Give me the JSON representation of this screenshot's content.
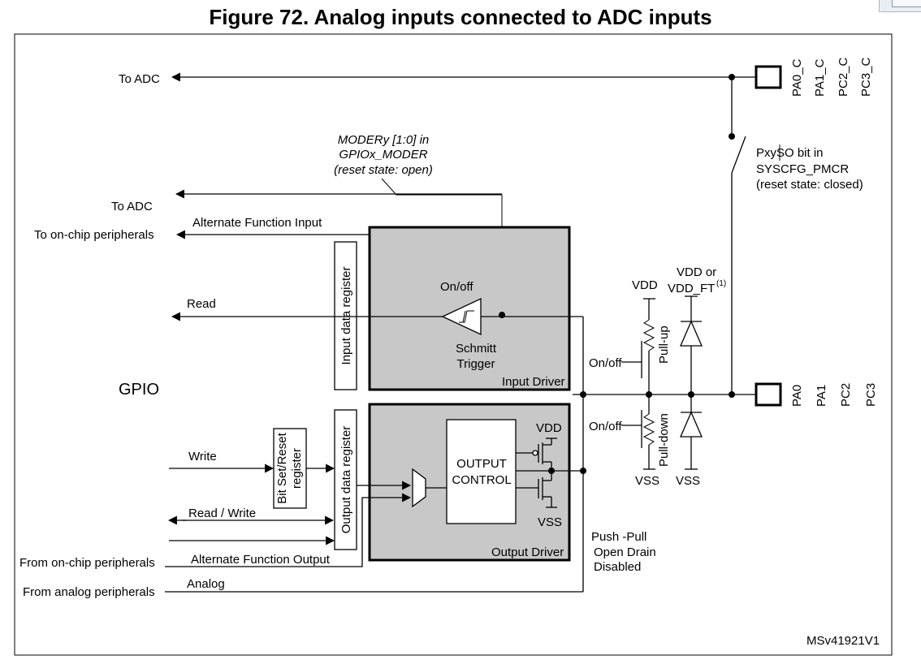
{
  "title": "Figure 72. Analog inputs connected to ADC inputs",
  "labels": {
    "to_adc_top": "To ADC",
    "pins_top": [
      "PA0_C",
      "PA1_C",
      "PC2_C",
      "PC3_C"
    ],
    "moder_line1": "MODERy [1:0] in",
    "moder_line2": "GPIOx_MODER",
    "moder_line3": "(reset state: open)",
    "pmcr_line1": "PxySO bit in",
    "pmcr_line2": "SYSCFG_PMCR",
    "pmcr_line3": "(reset state: closed)",
    "to_adc_mid": "To ADC",
    "alt_func_input": "Alternate Function Input",
    "to_onchip": "To on-chip peripherals",
    "read": "Read",
    "input_data_register": "Input data register",
    "on_off_schmitt": "On/off",
    "schmitt_line1": "Schmitt",
    "schmitt_line2": "Trigger",
    "input_driver": "Input Driver",
    "gpio": "GPIO",
    "vdd_pullup": "VDD",
    "pull_up": "Pull-up",
    "on_off_pullup": "On/off",
    "vdd_or_line1": "VDD or",
    "vdd_ft": "VDD_FT",
    "vdd_ft_sup": "(1)",
    "pins_bottom": [
      "PA0",
      "PA1",
      "PC2",
      "PC3"
    ],
    "on_off_pulldown": "On/off",
    "pull_down": "Pull-down",
    "vss_pulldown": "VSS",
    "vss_diode": "VSS",
    "write": "Write",
    "bsr_line1": "Bit Set/Reset",
    "bsr_line2": "register",
    "output_data_register": "Output data register",
    "output_control_line1": "OUTPUT",
    "output_control_line2": "CONTROL",
    "vdd_out": "VDD",
    "vss_out": "VSS",
    "read_write": "Read / Write",
    "output_driver": "Output Driver",
    "push_pull": "Push -Pull",
    "open_drain": "Open Drain",
    "disabled": "Disabled",
    "from_onchip": "From on-chip peripherals",
    "alt_func_output": "Alternate Function Output",
    "analog": "Analog",
    "from_analog": "From analog peripherals",
    "figure_id": "MSv41921V1"
  }
}
